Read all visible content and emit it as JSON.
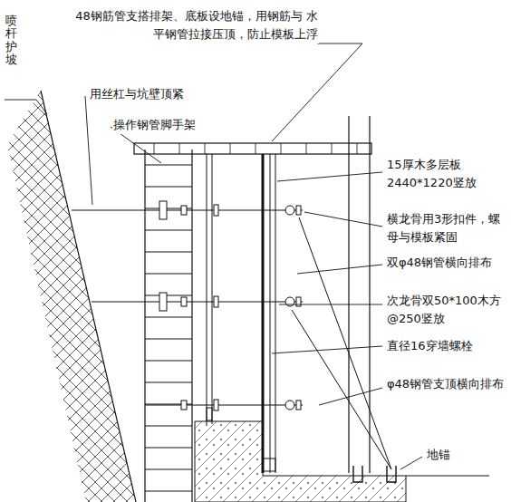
{
  "diagram": {
    "labels": [
      "喷杆护坡",
      "48钢筋管支搭排架、底板设地锚，用钢筋与 水平钢管拉接压顶，防止模板上浮",
      "用丝杠与坑壁顶紧",
      "操作钢管脚手架",
      "15厚木多层板 2440*1220竖放",
      "横龙骨用3形扣件，螺母与模板紧固",
      "双φ48钢管横向排布",
      "次龙骨双50*100木方@250竖放",
      "直径16穿墙螺栓",
      "φ48钢管支顶横向排布",
      "地锚"
    ]
  }
}
